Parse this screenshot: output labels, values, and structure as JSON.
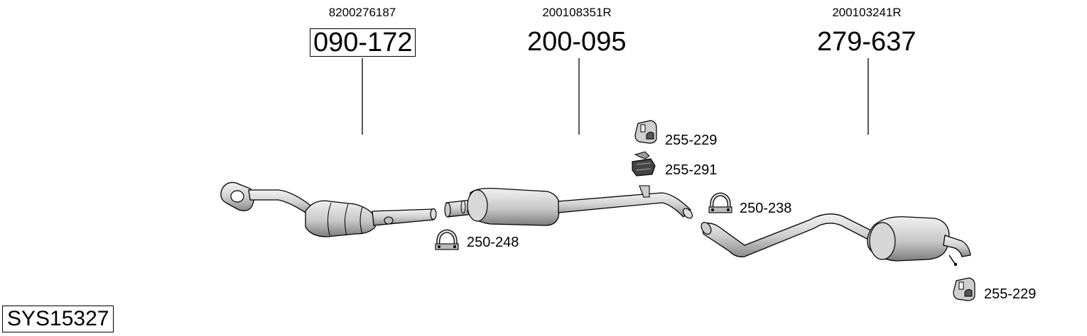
{
  "main_parts": [
    {
      "oem": "8200276187",
      "number": "090-172",
      "boxed": true
    },
    {
      "oem": "200108351R",
      "number": "200-095",
      "boxed": false
    },
    {
      "oem": "200103241R",
      "number": "279-637",
      "boxed": false
    }
  ],
  "accessories": [
    {
      "number": "255-229",
      "kind": "rubber-hanger"
    },
    {
      "number": "255-291",
      "kind": "hanger-bracket"
    },
    {
      "number": "250-238",
      "kind": "pipe-clamp"
    },
    {
      "number": "250-248",
      "kind": "pipe-clamp"
    },
    {
      "number": "255-229",
      "kind": "rubber-hanger"
    }
  ],
  "system_id": "SYS15327"
}
